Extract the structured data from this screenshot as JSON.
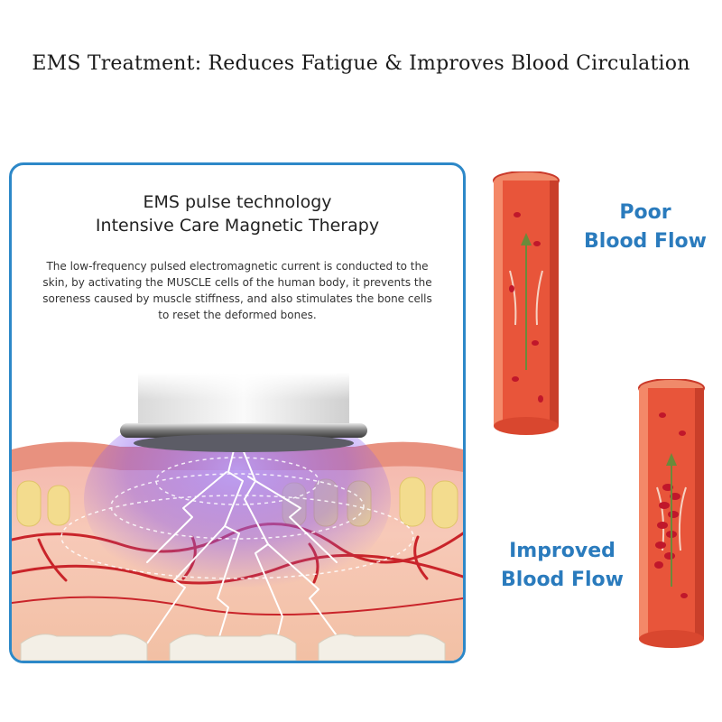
{
  "headline": "EMS Treatment: Reduces Fatigue & Improves Blood Circulation",
  "panel": {
    "title_line1": "EMS pulse technology",
    "title_line2": "Intensive Care Magnetic Therapy",
    "body": "The low-frequency pulsed electromagnetic current is conducted to the skin, by activating the MUSCLE cells of the human body, it prevents the soreness caused by muscle stiffness, and also stimulates the bone cells to reset the deformed bones."
  },
  "labels": {
    "poor_line1": "Poor",
    "poor_line2": "Blood Flow",
    "improved_line1": "Improved",
    "improved_line2": "Blood Flow"
  },
  "colors": {
    "accent_blue": "#2a7bbd",
    "panel_border": "#2d88c8",
    "vessel_red": "#e8553a",
    "blood_cell": "#c0172b",
    "arrow_green": "#6a8a3a",
    "electric_purple": "#8a5cf0"
  }
}
